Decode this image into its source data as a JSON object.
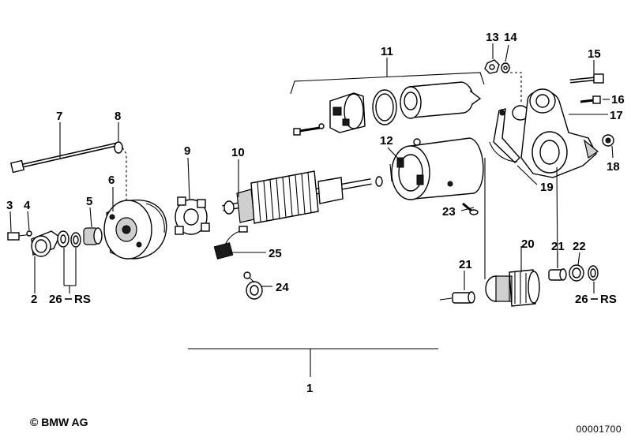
{
  "diagram": {
    "callouts": [
      {
        "id": "1",
        "label": "1"
      },
      {
        "id": "2",
        "label": "2"
      },
      {
        "id": "3",
        "label": "3"
      },
      {
        "id": "4",
        "label": "4"
      },
      {
        "id": "5",
        "label": "5"
      },
      {
        "id": "6",
        "label": "6"
      },
      {
        "id": "7",
        "label": "7"
      },
      {
        "id": "8",
        "label": "8"
      },
      {
        "id": "9",
        "label": "9"
      },
      {
        "id": "10",
        "label": "10"
      },
      {
        "id": "11",
        "label": "11"
      },
      {
        "id": "12",
        "label": "12"
      },
      {
        "id": "13",
        "label": "13"
      },
      {
        "id": "14",
        "label": "14"
      },
      {
        "id": "15",
        "label": "15"
      },
      {
        "id": "16",
        "label": "16"
      },
      {
        "id": "17",
        "label": "17"
      },
      {
        "id": "18",
        "label": "18"
      },
      {
        "id": "19",
        "label": "19"
      },
      {
        "id": "20",
        "label": "20"
      },
      {
        "id": "21a",
        "label": "21"
      },
      {
        "id": "21b",
        "label": "21"
      },
      {
        "id": "22",
        "label": "22"
      },
      {
        "id": "23",
        "label": "23"
      },
      {
        "id": "24",
        "label": "24"
      },
      {
        "id": "25",
        "label": "25"
      },
      {
        "id": "26a",
        "label": "26"
      },
      {
        "id": "26b",
        "label": "26"
      },
      {
        "id": "rs_a",
        "label": "RS"
      },
      {
        "id": "rs_b",
        "label": "RS"
      }
    ]
  },
  "footer": {
    "copyright": "© BMW AG",
    "doc_number": "00001700"
  }
}
